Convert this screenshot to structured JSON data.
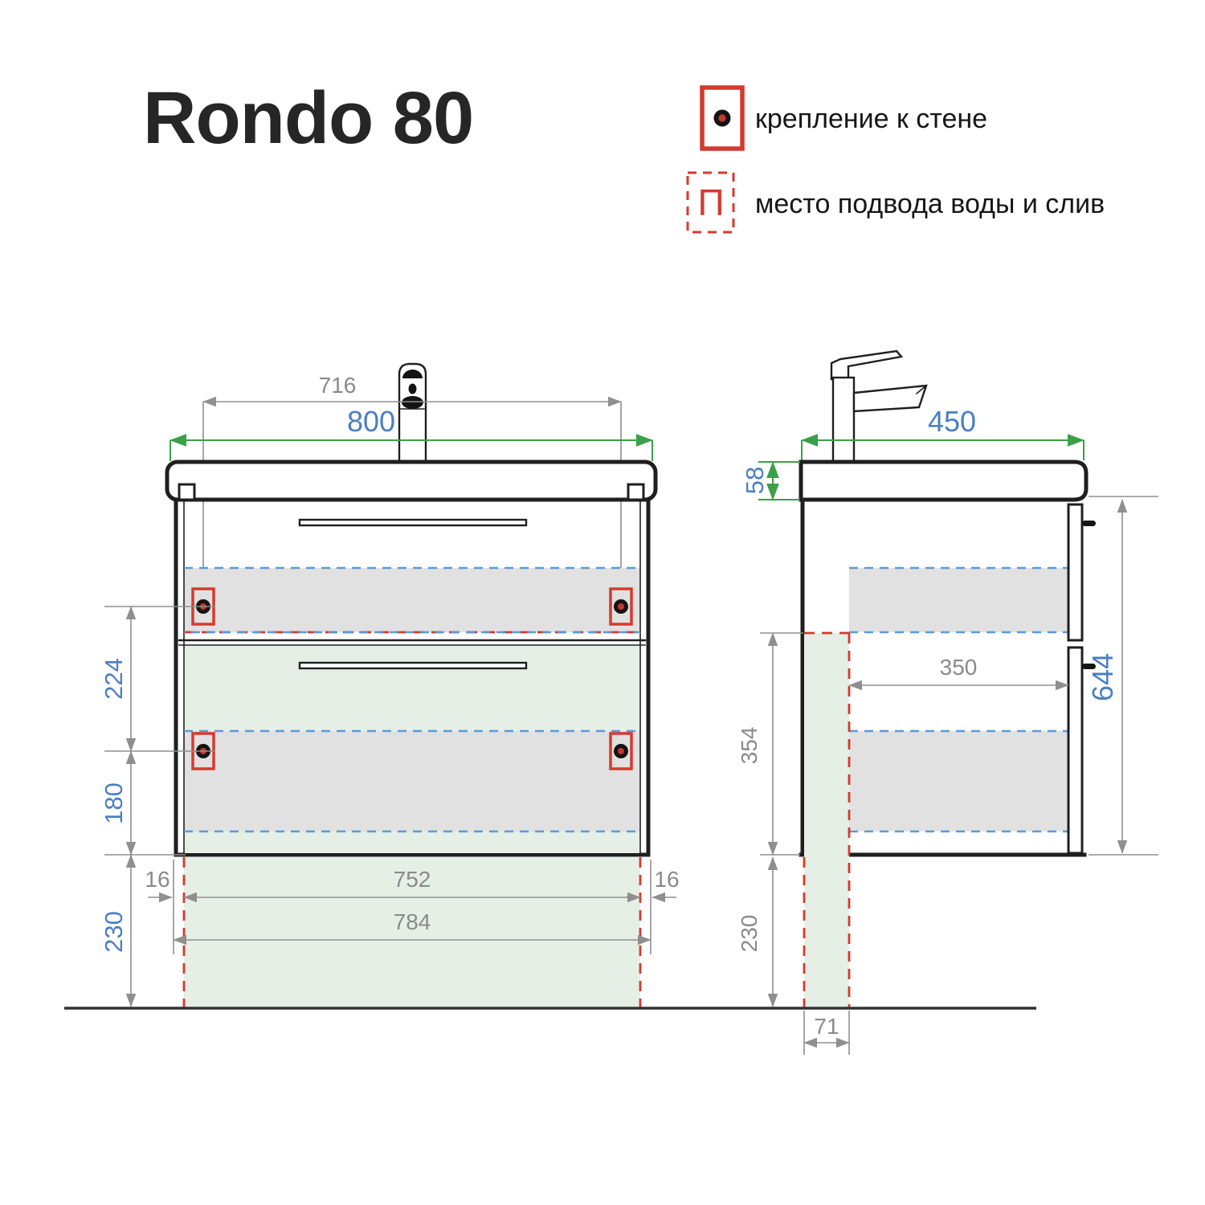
{
  "title": "Rondo 80",
  "legend": {
    "wall_mount": {
      "label": "крепление к стене",
      "symbol_name": "mount-dot"
    },
    "water_supply": {
      "label": "место подвода воды и слив",
      "symbol": "П"
    }
  },
  "front_view": {
    "dims": {
      "faucet_centers": "716",
      "total_width": "800",
      "mount_rows_gap": "224",
      "mount_to_bottom": "180",
      "bottom_to_floor": "230",
      "left_inset": "16",
      "interior_width": "752",
      "right_inset": "16",
      "cabinet_width": "784"
    }
  },
  "side_view": {
    "dims": {
      "depth": "450",
      "basin_height": "58",
      "cabinet_height": "644",
      "clear_depth": "350",
      "supply_zone_height": "354",
      "bottom_to_floor": "230",
      "supply_zone_depth": "71"
    }
  },
  "colors": {
    "ink": "#1f1f1f",
    "dim_gray": "#8f8f8f",
    "text_gray": "#8a8a8a",
    "blue": "#4a7fc1",
    "green": "#3ba049",
    "red": "#d43a2f",
    "dash_blue": "#5b9bd5",
    "zone_gray": "#e1e1e1",
    "zone_green": "#e6efe6",
    "floor": "#333333",
    "title": "#262626"
  }
}
